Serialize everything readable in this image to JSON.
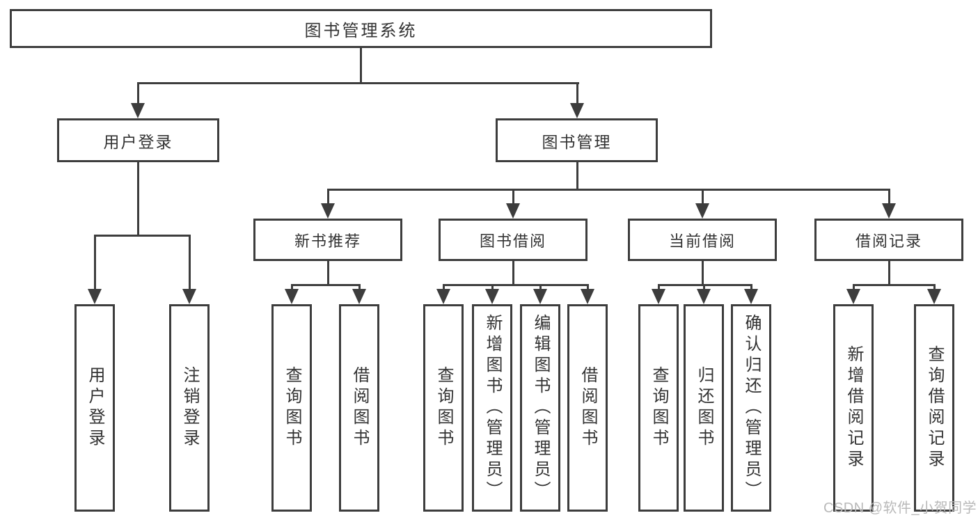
{
  "diagram": {
    "title": "图书管理系统",
    "root": {
      "label": "图书管理系统"
    },
    "level2": [
      {
        "label": "用户登录"
      },
      {
        "label": "图书管理"
      }
    ],
    "level3": [
      {
        "label": "新书推荐",
        "parent": "图书管理"
      },
      {
        "label": "图书借阅",
        "parent": "图书管理"
      },
      {
        "label": "当前借阅",
        "parent": "图书管理"
      },
      {
        "label": "借阅记录",
        "parent": "图书管理"
      }
    ],
    "leaves": [
      {
        "label": "用户登录",
        "parent": "用户登录"
      },
      {
        "label": "注销登录",
        "parent": "用户登录"
      },
      {
        "label": "查询图书",
        "parent": "新书推荐"
      },
      {
        "label": "借阅图书",
        "parent": "新书推荐"
      },
      {
        "label": "查询图书",
        "parent": "图书借阅"
      },
      {
        "label": "新增图书（管理员）",
        "parent": "图书借阅"
      },
      {
        "label": "编辑图书（管理员）",
        "parent": "图书借阅"
      },
      {
        "label": "借阅图书",
        "parent": "图书借阅"
      },
      {
        "label": "查询图书",
        "parent": "当前借阅"
      },
      {
        "label": "归还图书",
        "parent": "当前借阅"
      },
      {
        "label": "确认归还（管理员）",
        "parent": "当前借阅"
      },
      {
        "label": "新增借阅记录",
        "parent": "借阅记录"
      },
      {
        "label": "查询借阅记录",
        "parent": "借阅记录"
      }
    ],
    "watermark": "CSDN @软件_小贺同学",
    "colors": {
      "line": "#3d3d3d",
      "text": "#333333",
      "background": "#ffffff",
      "watermark": "#b9b9b9"
    }
  }
}
